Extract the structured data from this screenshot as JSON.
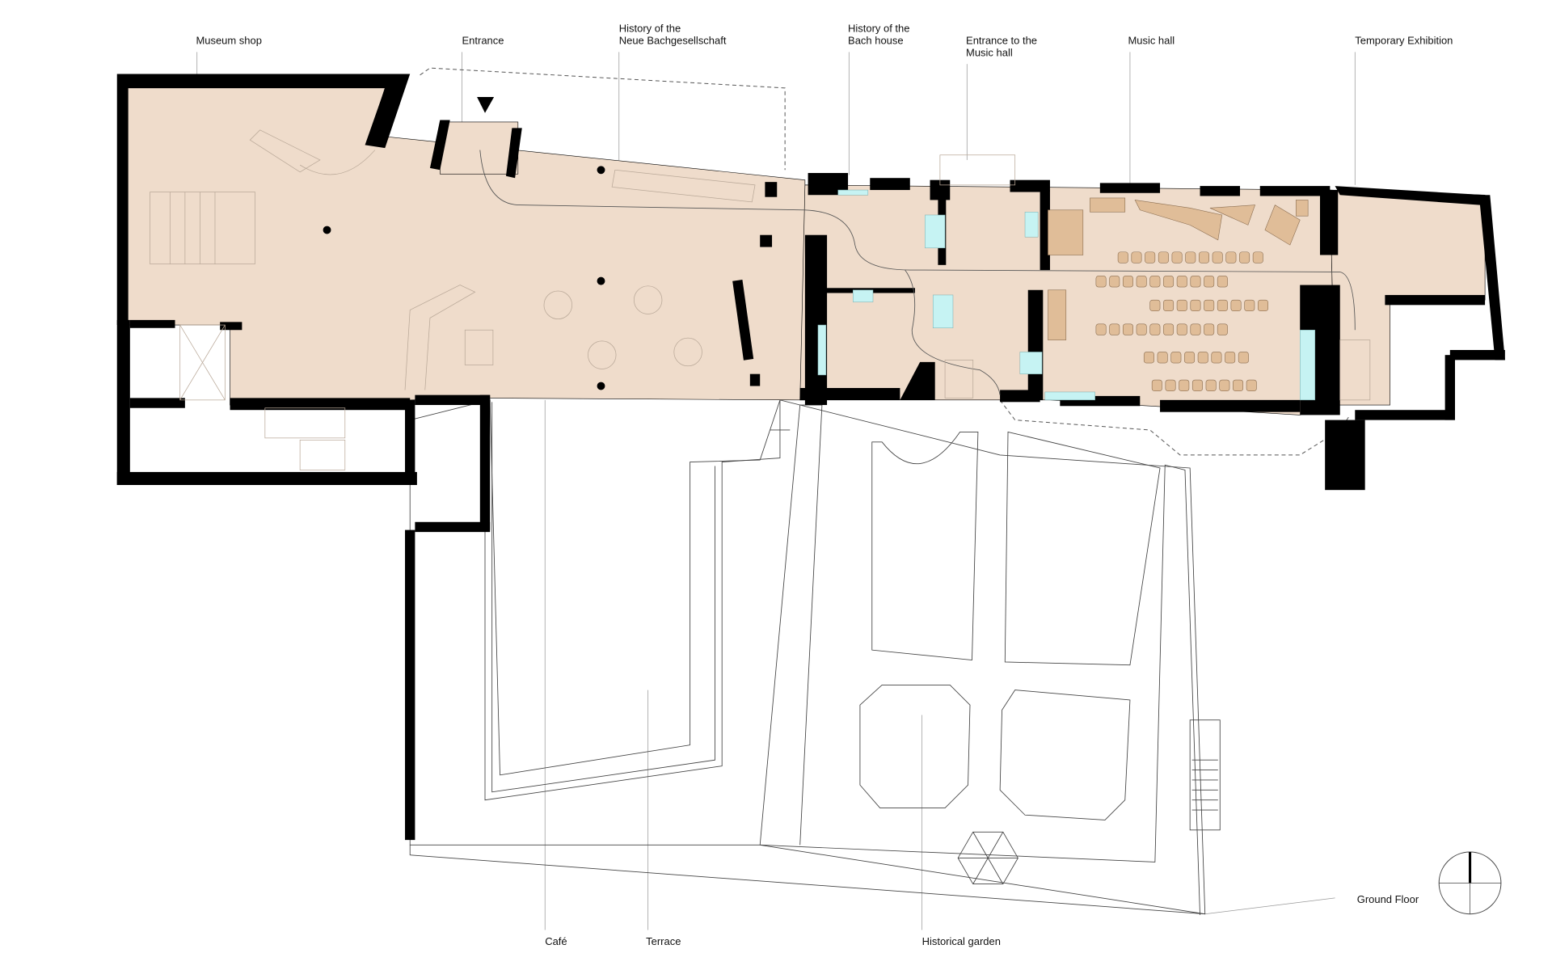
{
  "title": "Ground Floor",
  "labels": {
    "museum_shop": "Museum shop",
    "entrance": "Entrance",
    "history_nbg_1": "History of the",
    "history_nbg_2": "Neue Bachgesellschaft",
    "history_bach_1": "History of the",
    "history_bach_2": "Bach house",
    "entrance_music_1": "Entrance to the",
    "entrance_music_2": "Music hall",
    "music_hall": "Music hall",
    "temporary_exhibition": "Temporary Exhibition",
    "cafe": "Café",
    "terrace": "Terrace",
    "historical_garden": "Historical garden",
    "ground_floor": "Ground Floor"
  },
  "colors": {
    "floor": "#efdccb",
    "glass_case": "#c6f3f3",
    "furniture": "#e0bd98",
    "wall": "#000000"
  },
  "icons": {
    "north_arrow": "north-arrow-icon",
    "entrance_marker": "entrance-triangle-icon"
  }
}
